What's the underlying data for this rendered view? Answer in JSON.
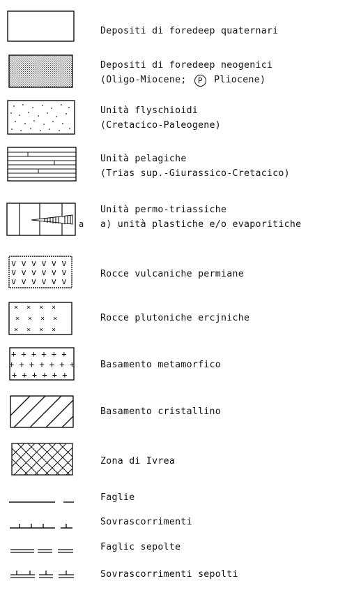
{
  "legend": {
    "items": [
      {
        "label": "Depositi di foredeep quaternari"
      },
      {
        "line1": "Depositi di foredeep neogenici",
        "line2_a": "(Oligo-Miocene;",
        "circle": "P",
        "line2_b": "Pliocene)"
      },
      {
        "line1": "Unità flyschioidi",
        "line2": "(Cretacico-Paleogene)"
      },
      {
        "line1": "Unità pelagiche",
        "line2": "(Trias sup.-Giurassico-Cretacico)"
      },
      {
        "line1": "Unità permo-triassiche",
        "line2": "a) unità plastiche e/o evaporitiche",
        "inset_label": "a"
      },
      {
        "label": "Rocce vulcaniche permiane"
      },
      {
        "label": "Rocce plutoniche ercjniche"
      },
      {
        "label": "Basamento metamorfico"
      },
      {
        "label": "Basamento cristallino"
      },
      {
        "label": "Zona di Ivrea"
      },
      {
        "label": "Faglie"
      },
      {
        "label": "Sovrascorrimenti"
      },
      {
        "label": "Faglic sepolte"
      },
      {
        "label": "Sovrascorrimenti sepolti"
      }
    ]
  }
}
